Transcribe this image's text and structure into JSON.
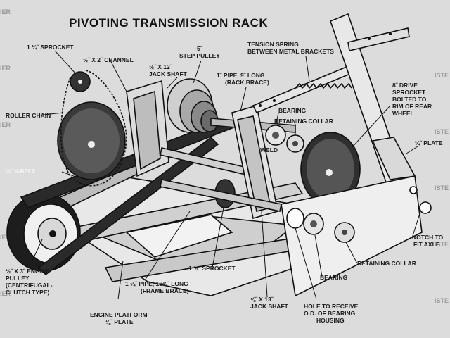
{
  "title": "PIVOTING TRANSMISSION RACK",
  "watermark": {
    "left": "IER",
    "right": "ISTE"
  },
  "labels": {
    "sprocket_small": "1 ¼˝ SPROCKET",
    "channel": "½˝ x 2˝ CHANNEL",
    "jack_shaft_top": "½˝ x 12˝",
    "jack_shaft_top2": "JACK SHAFT",
    "step_pulley_1": "5˝",
    "step_pulley_2": "STEP PULLEY",
    "tension_1": "TENSION SPRING",
    "tension_2": "BETWEEN METAL BRACKETS",
    "roller_chain": "ROLLER CHAIN",
    "pipe_1": "1˝ PIPE, 9˝ LONG",
    "pipe_2": "(RACK BRACE)",
    "drive_1": "8˝ DRIVE",
    "drive_2": "SPROCKET",
    "drive_3": "BOLTED TO",
    "drive_4": "RIM OF REAR",
    "drive_5": "WHEEL",
    "bearing_top": "BEARING",
    "retaining_top": "RETAINING COLLAR",
    "weld": "WELD",
    "plate": "¼˝ PLATE",
    "vbelt": "½˝ V-BELT",
    "notch_1": "NOTCH TO",
    "notch_2": "FIT AXLE",
    "retaining_bottom": "RETAINING COLLAR",
    "engine_1": "½˝ x 3˝ ENGINE",
    "engine_2": "PULLEY",
    "engine_3": "(CENTRIFUGAL-",
    "engine_4": "CLUTCH TYPE)",
    "sprocket_mid": "1 ½˝ SPROCKET",
    "frame_1": "1 ¼˝ PIPE, 16¾˝ LONG",
    "frame_2": "(FRAME BRACE)",
    "bearing_bottom": "BEARING",
    "platform_1": "ENGINE PLATFORM",
    "platform_2": "⅛˝ PLATE",
    "jack_bottom_1": "⅝˝ x 13˝",
    "jack_bottom_2": "JACK SHAFT",
    "hole_1": "HOLE TO RECEIVE",
    "hole_2": "O.D. OF BEARING",
    "hole_3": "HOUSING"
  }
}
